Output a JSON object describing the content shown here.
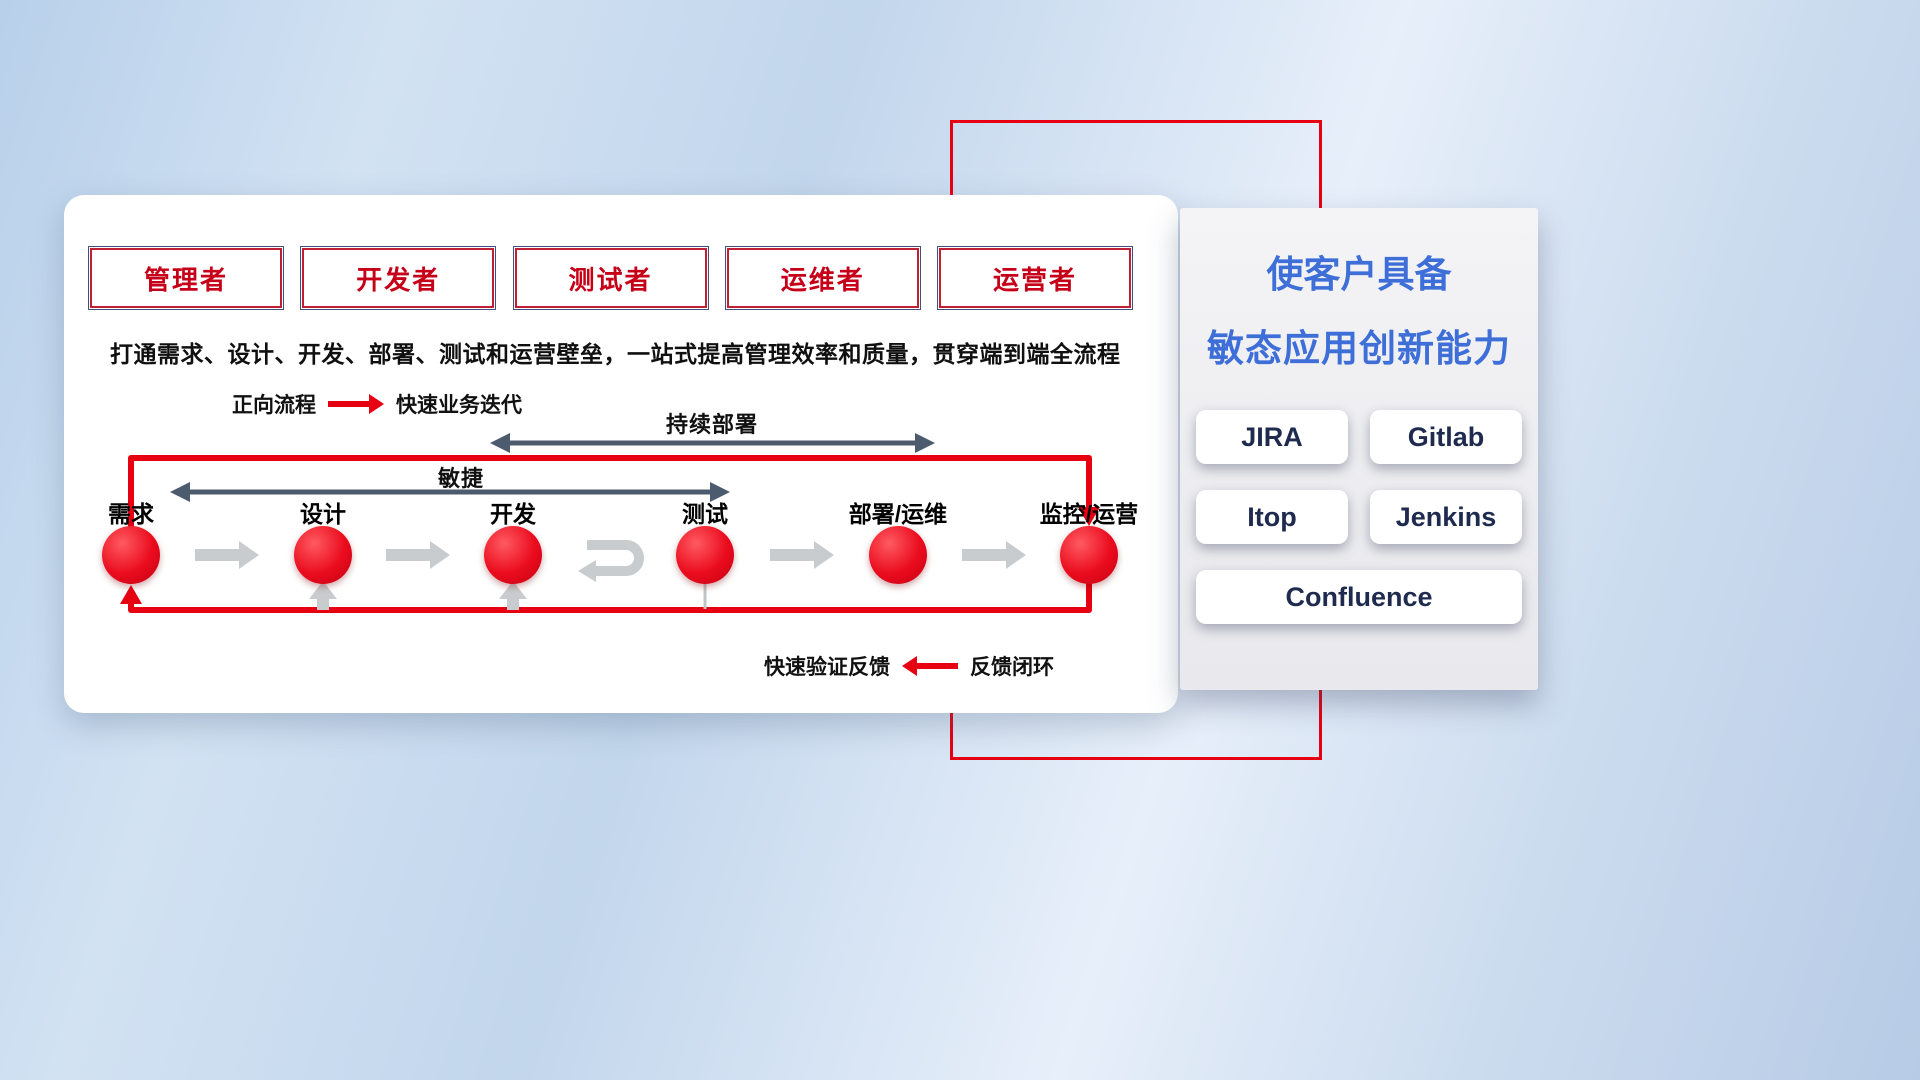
{
  "roles": [
    "管理者",
    "开发者",
    "测试者",
    "运维者",
    "运营者"
  ],
  "description": "打通需求、设计、开发、部署、测试和运营壁垒，一站式提高管理效率和质量，贯穿端到端全流程",
  "forward_legend": {
    "label": "正向流程",
    "caption": "快速业务迭代"
  },
  "deploy_label": "持续部署",
  "agile_label": "敏捷",
  "nodes": [
    "需求",
    "设计",
    "开发",
    "测试",
    "部署/运维",
    "监控/运营"
  ],
  "feedback_legend": {
    "caption": "快速验证反馈",
    "label": "反馈闭环"
  },
  "right_panel": {
    "title_line1": "使客户具备",
    "title_line2": "敏态应用创新能力",
    "tools": [
      "JIRA",
      "Gitlab",
      "Itop",
      "Jenkins",
      "Confluence"
    ]
  },
  "colors": {
    "accent_red": "#e60012",
    "role_text": "#c60018",
    "title_blue": "#3e6ed8",
    "dark_arrow": "#4d5b6e",
    "light_arrow": "#c9ccce",
    "tool_text": "#1e2b4f"
  }
}
